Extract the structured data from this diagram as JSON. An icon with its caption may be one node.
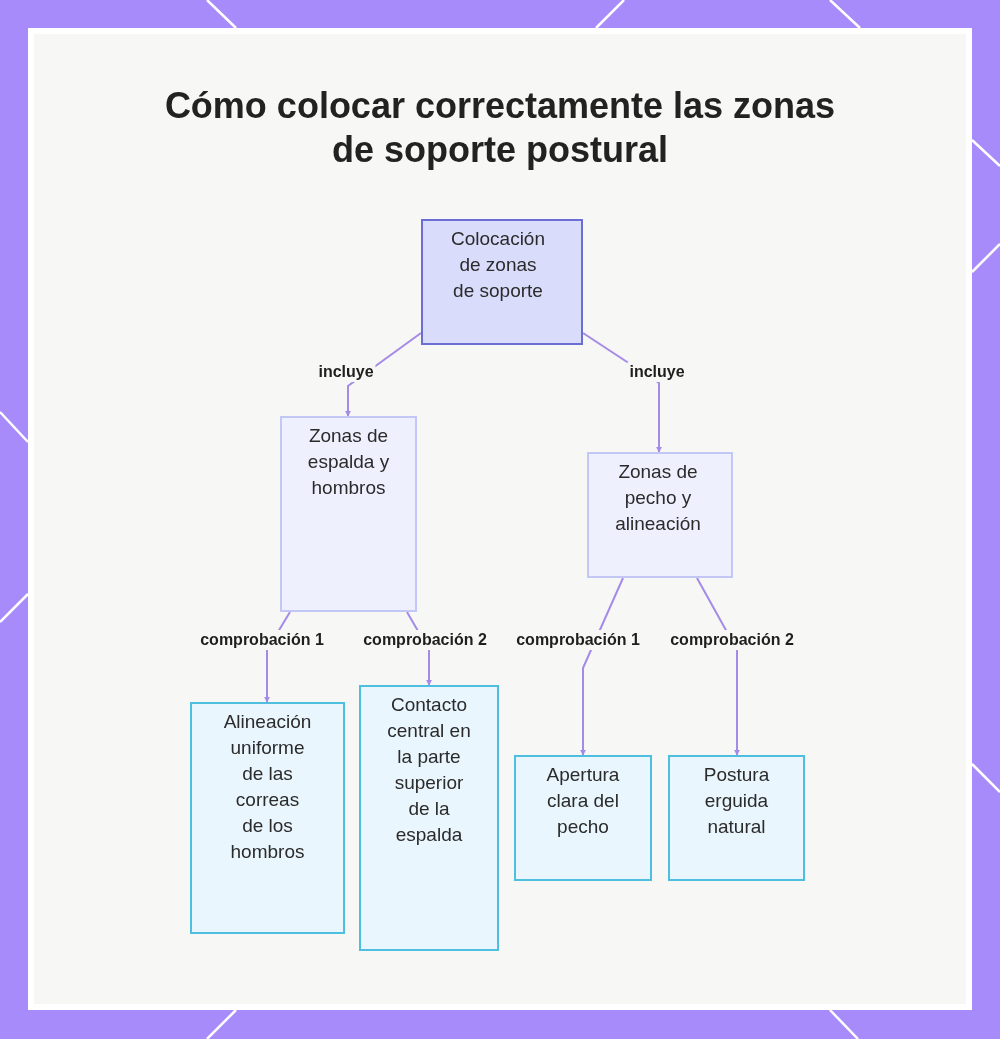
{
  "diagram": {
    "title": "Cómo colocar correctamente las zonas de soporte postural",
    "nodes": [
      {
        "text": [
          "Colocación de zonas de soporte"
        ]
      },
      {
        "text": [
          "Zonas de espalda y hombros"
        ]
      },
      {
        "text": [
          "Zonas de pecho y alineación"
        ]
      },
      {
        "text": [
          "Alineación uniforme de las correas de los hombros"
        ]
      },
      {
        "text": [
          "Contacto central en la parte superior de la espalda"
        ]
      },
      {
        "text": [
          "Apertura clara del pecho"
        ]
      },
      {
        "text": [
          "Postura erguida natural"
        ]
      }
    ],
    "edges": [
      {
        "from": 0,
        "to": 1,
        "arrow": "to",
        "label": "incluye"
      },
      {
        "from": 0,
        "to": 2,
        "arrow": "to",
        "label": "incluye"
      },
      {
        "from": 1,
        "to": 3,
        "arrow": "to",
        "label": "comprobación 1"
      },
      {
        "from": 1,
        "to": 4,
        "arrow": "to",
        "label": "comprobación 2"
      },
      {
        "from": 2,
        "to": 5,
        "arrow": "to",
        "label": "comprobación 1"
      },
      {
        "from": 2,
        "to": 6,
        "arrow": "to",
        "label": "comprobación 2"
      }
    ]
  }
}
